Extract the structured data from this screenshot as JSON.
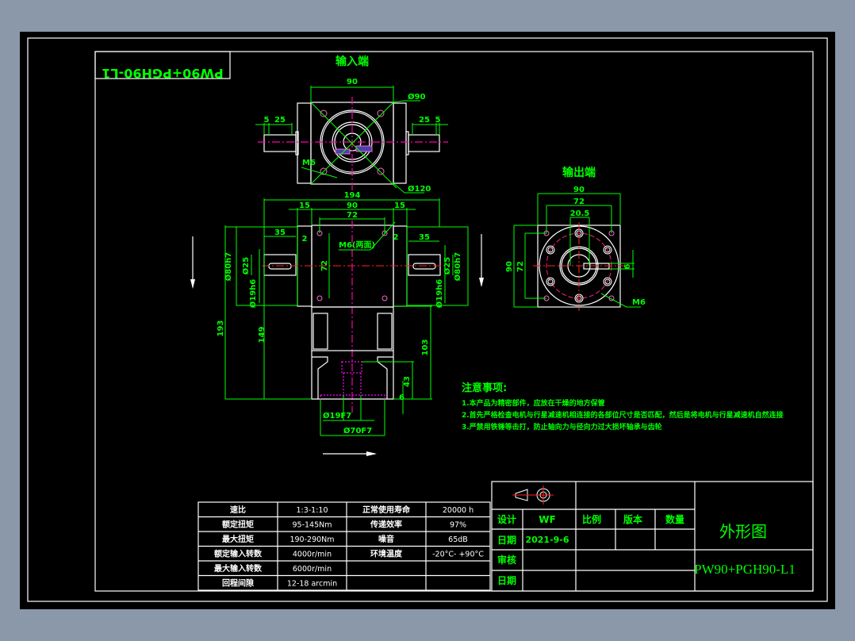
{
  "drawing": {
    "rotated_title": "PW90+PGH90-L1",
    "input_view": {
      "title": "输入端",
      "dims": {
        "width": "90",
        "bolt_circle": "Ø90",
        "outer_circle": "Ø120",
        "thread": "M6",
        "left_5": "5",
        "left_25": "25",
        "right_25": "25",
        "right_5": "5"
      }
    },
    "front_view": {
      "dims": {
        "overall": "194",
        "left_15": "15",
        "center_90": "90",
        "right_15": "15",
        "holes_72": "72",
        "left_35": "35",
        "right_35": "35",
        "left_2": "2",
        "right_2": "2",
        "thread": "M6(两面)",
        "vert_72": "72",
        "left_flange": "Ø80h7",
        "right_flange": "Ø80h7",
        "left_shaft": "Ø25",
        "right_shaft": "Ø25",
        "left_pilot": "Ø19h6",
        "right_pilot": "Ø19h6",
        "height_193": "193",
        "height_149": "149",
        "height_103": "103",
        "depth_43": "43",
        "depth_6": "6",
        "bore": "Ø19F7",
        "pilot_bore": "Ø70F7"
      }
    },
    "output_view": {
      "title": "输出端",
      "dims": {
        "width": "90",
        "holes": "72",
        "key": "20.5",
        "height": "90",
        "height_holes": "72",
        "key_width": "6",
        "thread": "M6"
      }
    }
  },
  "notes": {
    "title": "注意事项:",
    "items": [
      "1.本产品为精密部件，应放在干燥的地方保管",
      "2.首先严格检查电机与行星减速机相连接的各部位尺寸是否匹配，然后是将电机与行星减速机自然连接",
      "3.严禁用铁锤等击打，防止轴向力与径向力过大损坏轴承与齿轮"
    ]
  },
  "spec_table": {
    "rows": [
      [
        "速比",
        "1:3-1:10",
        "正常使用寿命",
        "20000 h"
      ],
      [
        "额定扭矩",
        "95-145Nm",
        "传递效率",
        "97%"
      ],
      [
        "最大扭矩",
        "190-290Nm",
        "噪音",
        "65dB"
      ],
      [
        "额定输入转数",
        "4000r/min",
        "环境温度",
        "-20°C- +90°C"
      ],
      [
        "最大输入转数",
        "6000r/min",
        "",
        ""
      ],
      [
        "回程间隙",
        "12-18 arcmin",
        "",
        ""
      ]
    ]
  },
  "title_block": {
    "design_label": "设计",
    "designer": "WF",
    "date_label": "日期",
    "date": "2021-9-6",
    "review_label": "审核",
    "date2_label": "日期",
    "scale_label": "比例",
    "version_label": "版本",
    "qty_label": "数量",
    "drawing_name": "外形图",
    "model": "PW90+PGH90-L1"
  },
  "colors": {
    "background": "#000000",
    "outer": "#8a98aa",
    "dimension": "#00ff00",
    "outline": "#ffffff",
    "centerline": "#ff2020"
  }
}
